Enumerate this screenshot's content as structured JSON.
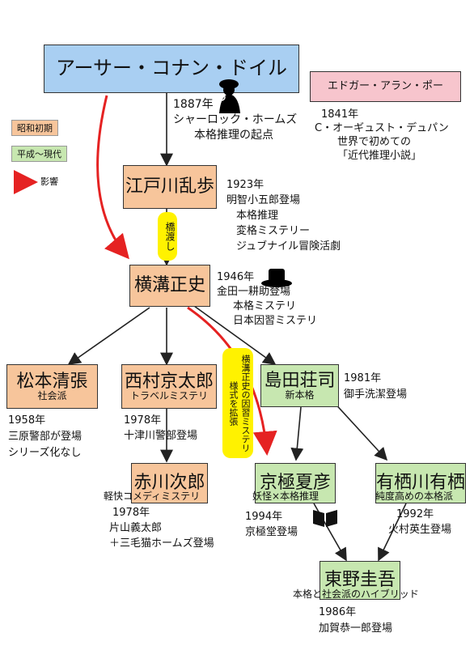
{
  "nodes": {
    "doyle": {
      "name": "アーサー・コナン・ドイル"
    },
    "poe": {
      "name": "エドガー・アラン・ポー"
    },
    "ranpo": {
      "name": "江戸川乱歩"
    },
    "yokomizo": {
      "name": "横溝正史"
    },
    "matsumoto": {
      "name": "松本清張",
      "sub": "社会派"
    },
    "nishimura": {
      "name": "西村京太郎",
      "sub": "トラベルミステリ"
    },
    "shimada": {
      "name": "島田荘司",
      "sub": "新本格"
    },
    "akagawa": {
      "name": "赤川次郎",
      "sub": "軽快コメディミステリ"
    },
    "kyogoku": {
      "name": "京極夏彦",
      "sub": "妖怪×本格推理"
    },
    "arisugawa": {
      "name": "有栖川有栖",
      "sub": "純度高めの本格派"
    },
    "higashino": {
      "name": "東野圭吾",
      "sub": "本格と社会派のハイブリッド"
    }
  },
  "notes": {
    "doyle": [
      "1887年",
      "シャーロック・ホームズ",
      "本格推理の起点"
    ],
    "poe": [
      "1841年",
      "C・オーギュスト・デュパン",
      "世界で初めての",
      "「近代推理小説」"
    ],
    "ranpo": [
      "1923年",
      "明智小五郎登場",
      "本格推理",
      "変格ミステリー",
      "ジュブナイル冒険活劇"
    ],
    "yokomizo": [
      "1946年",
      "金田一耕助登場",
      "本格ミステリ",
      "日本因習ミステリ"
    ],
    "matsumoto": [
      "1958年",
      "三原警部が登場",
      "シリーズ化なし"
    ],
    "nishimura": [
      "1978年",
      "十津川警部登場"
    ],
    "shimada": [
      "1981年",
      "御手洗潔登場"
    ],
    "akagawa": [
      "1978年",
      "片山義太郎",
      "＋三毛猫ホームズ登場"
    ],
    "kyogoku": [
      "1994年",
      "京極堂登場"
    ],
    "arisugawa": [
      "1992年",
      "火村英生登場"
    ],
    "higashino": [
      "1986年",
      "加賀恭一郎登場"
    ]
  },
  "callouts": {
    "bridge": "橋渡し",
    "yokomizo_influence": "横溝正史の因習ミステリ様式を拡張"
  },
  "legend": {
    "showa": "昭和初期",
    "heisei": "平成〜現代",
    "influence": "影響"
  },
  "colors": {
    "origin": "#a9cff2",
    "poe": "#f7c5cd",
    "showa": "#f7c59b",
    "heisei": "#c7e7b0",
    "influence_arrow": "#e52222"
  }
}
